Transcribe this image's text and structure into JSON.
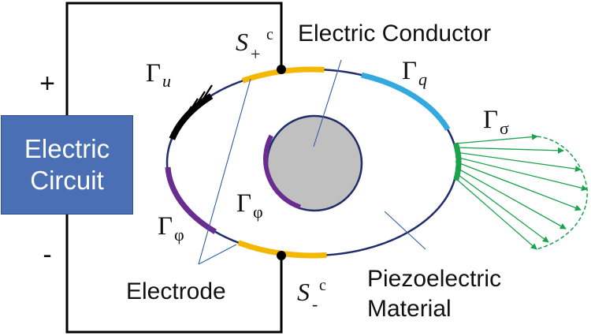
{
  "labels": {
    "plus": "+",
    "minus": "-",
    "circuit_line1": "Electric",
    "circuit_line2": "Circuit",
    "electric_conductor": "Electric Conductor",
    "piezo_line1": "Piezoelectric",
    "piezo_line2": "Material",
    "electrode": "Electrode",
    "gamma": "Γ",
    "sub_u": "u",
    "sub_q": "q",
    "sub_sigma": "σ",
    "sub_phi": "φ",
    "s_letter": "S",
    "sub_plus": "+",
    "sub_minus": "-",
    "sup_c": "c"
  },
  "colors": {
    "wire": "#000000",
    "ellipse": "#1f2d6b",
    "electrode": "#f5b800",
    "gamma_q": "#33a9e0",
    "gamma_sigma": "#1aa34a",
    "gamma_phi": "#6a2c91",
    "gamma_u": "#000000",
    "conductor": "#c0c0c0",
    "circuit_box": "#4a6fb5",
    "leader": "#2f5fa6"
  }
}
